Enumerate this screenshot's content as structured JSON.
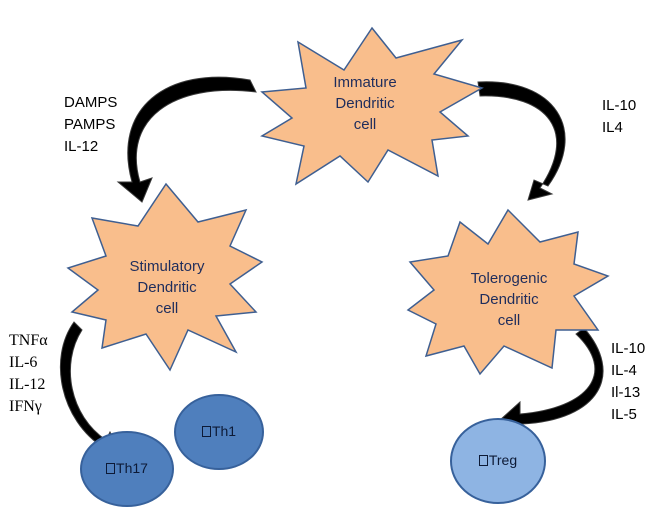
{
  "colors": {
    "burst_fill": "#f9be8c",
    "burst_stroke": "#3f5f91",
    "arrow": "#000000",
    "th17_fill": "#4f7fbd",
    "th1_fill": "#4f7fbd",
    "treg_fill": "#8eb4e3",
    "circle_stroke": "#37619b"
  },
  "cells": {
    "immature": [
      "Immature",
      "Dendritic",
      "cell"
    ],
    "stimulatory": [
      "Stimulatory",
      "Dendritic",
      "cell"
    ],
    "tolerogenic": [
      "Tolerogenic",
      "Dendritic",
      "cell"
    ]
  },
  "signals": {
    "to_stimulatory": [
      "DAMPS",
      "PAMPS",
      "IL-12"
    ],
    "to_tolerogenic": [
      "IL-10",
      "IL4"
    ],
    "stimulatory_out": [
      "TNFα",
      "IL-6",
      "IL-12",
      "IFNγ"
    ],
    "tolerogenic_out": [
      "IL-10",
      "IL-4",
      "Il-13",
      "IL-5"
    ]
  },
  "tcells": {
    "th17": "Th17",
    "th1": "Th1",
    "treg": "Treg"
  }
}
